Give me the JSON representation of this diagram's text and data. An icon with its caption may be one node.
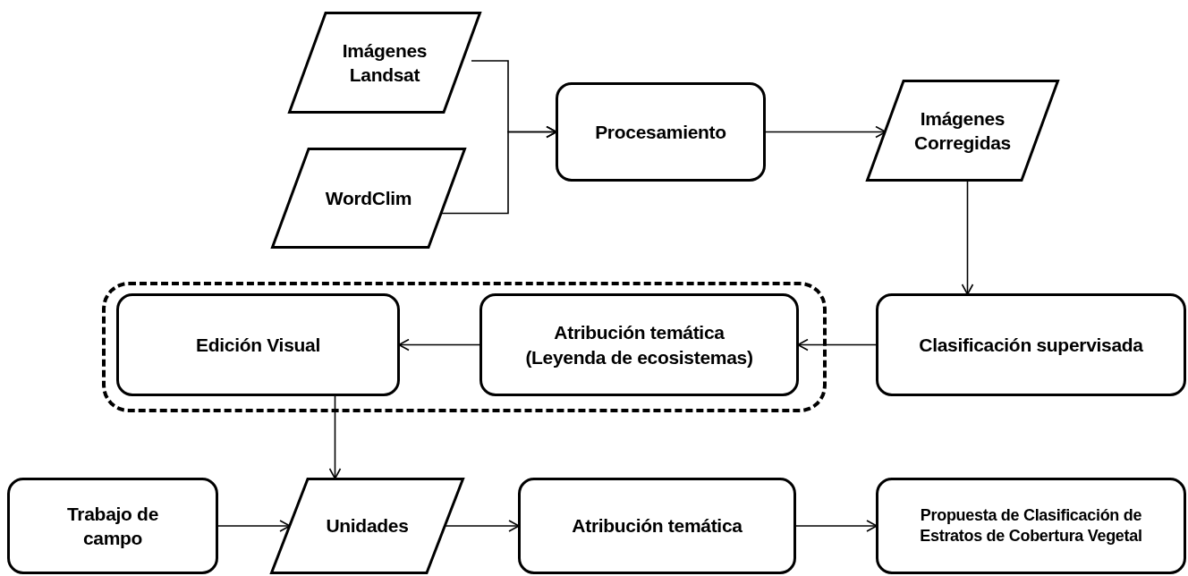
{
  "diagram": {
    "nodes": [
      {
        "text": [
          "Imágenes Landsat"
        ]
      },
      {
        "text": [
          "WordClim"
        ]
      },
      {
        "text": [
          "Procesamiento"
        ]
      },
      {
        "text": [
          "Imágenes Corregidas"
        ]
      },
      {
        "text": [],
        "shape": "box"
      },
      {
        "text": [
          "Edición Visual"
        ],
        "in": 4
      },
      {
        "text": [
          "Atribución temática (Leyenda de ecosistemas)"
        ],
        "in": 4
      },
      {
        "text": [
          "Clasificación supervisada"
        ]
      },
      {
        "text": [
          "Trabajo de campo"
        ]
      },
      {
        "text": [
          "Unidades"
        ]
      },
      {
        "text": [
          "Atribución temática"
        ]
      },
      {
        "text": [
          "Propuesta de Clasificación de Estratos de Cobertura Vegetal"
        ]
      }
    ],
    "edges": [
      {
        "from": 0,
        "to": 2,
        "arrow": "to"
      },
      {
        "from": 1,
        "to": 2,
        "arrow": "to"
      },
      {
        "from": 2,
        "to": 3,
        "arrow": "to"
      },
      {
        "from": 3,
        "to": 7,
        "arrow": "to"
      },
      {
        "from": 7,
        "to": 6,
        "arrow": "to"
      },
      {
        "from": 6,
        "to": 5,
        "arrow": "to"
      },
      {
        "from": 5,
        "to": 9,
        "arrow": "to"
      },
      {
        "from": 8,
        "to": 9,
        "arrow": "to"
      },
      {
        "from": 9,
        "to": 10,
        "arrow": "to"
      },
      {
        "from": 10,
        "to": 11,
        "arrow": "to"
      }
    ]
  }
}
